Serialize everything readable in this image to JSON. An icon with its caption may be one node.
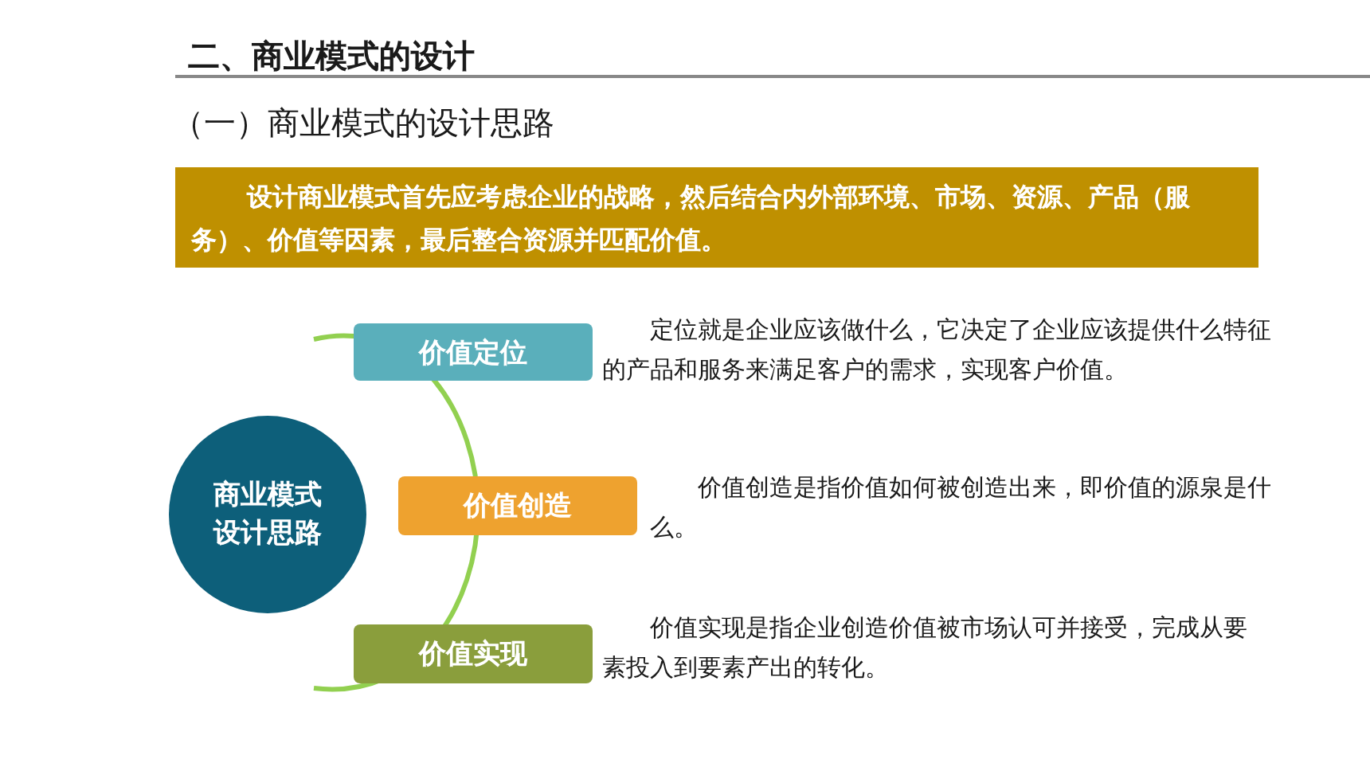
{
  "diagram": {
    "title": "二、商业模式的设计",
    "nodes": [
      {
        "text": [
          "设计商业模式首先应考虑企业的战略，然后结合内外部环境、市场、资源、产品（服务）、价值等因素，最后整合资源并匹配价值。"
        ]
      },
      {
        "text": [
          "商业模式设计思路"
        ]
      },
      {
        "text": [
          "价值定位"
        ],
        "beside": [
          "定位就是企业应该做什么，它决定了企业应该提供什么特征的产品和服务来满足客户的需求，实现客户价值。"
        ]
      },
      {
        "text": [
          "价值创造"
        ],
        "beside": [
          "价值创造是指价值如何被创造出来，即价值的源泉是什么。"
        ]
      },
      {
        "text": [
          "价值实现"
        ],
        "beside": [
          "价值实现是指企业创造价值被市场认可并接受，完成从要素投入到要素产出的转化。"
        ]
      }
    ],
    "labels": [
      "（一）商业模式的设计思路"
    ]
  }
}
